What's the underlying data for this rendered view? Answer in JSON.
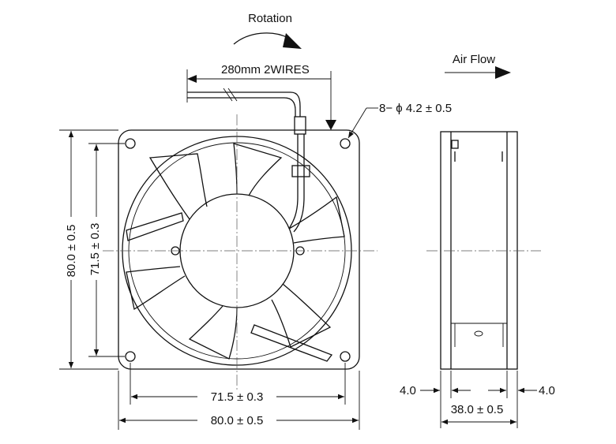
{
  "labels": {
    "rotation": "Rotation",
    "air_flow": "Air Flow",
    "wires": "280mm  2WIRES",
    "holes": "8− ϕ 4.2 ± 0.5",
    "height_outer": "80.0 ± 0.5",
    "height_holes": "71.5 ± 0.3",
    "width_holes": "71.5 ± 0.3",
    "width_outer": "80.0 ± 0.5",
    "flange_left": "4.0",
    "flange_right": "4.0",
    "depth": "38.0 ± 0.5"
  },
  "icons": {
    "rotation_arrow": "curved-arrow-icon",
    "airflow_arrow": "right-arrow-icon"
  }
}
